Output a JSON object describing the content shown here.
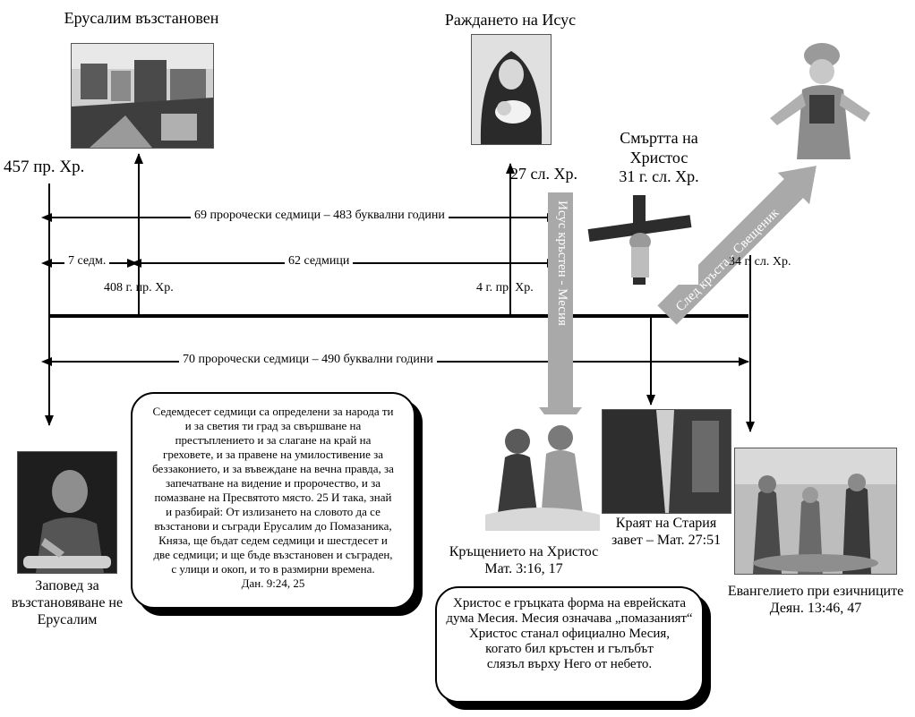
{
  "photos": {
    "jerusalem": {
      "caption": "Ерусалим възстановен",
      "icon": "jerusalem-city-photo"
    },
    "birth": {
      "caption": "Раждането на Исус",
      "icon": "mary-and-child-photo"
    },
    "death": {
      "caption_lines": [
        "Смъртта на",
        "Христос",
        "31 г. сл. Хр."
      ],
      "icon": "crucifixion-photo"
    },
    "priest": {
      "icon": "high-priest-photo"
    },
    "decree": {
      "caption_lines": [
        "Заповед за",
        "възстановяване не",
        "Ерусалим"
      ],
      "icon": "scribe-decree-photo"
    },
    "baptism": {
      "caption_lines": [
        "Кръщението на Христос",
        "Мат. 3:16, 17"
      ],
      "icon": "baptism-photo"
    },
    "veil": {
      "caption_lines": [
        "Краят на Стария",
        "завет – Мат. 27:51"
      ],
      "icon": "torn-veil-photo"
    },
    "gentiles": {
      "caption_lines": [
        "Евангелието при езичниците",
        "Деян. 13:46, 47"
      ],
      "icon": "preaching-to-gentiles-photo"
    }
  },
  "dates": {
    "start": "457 пр. Хр.",
    "d408": "408 г. пр. Хр.",
    "d4": "4 г. пр. Хр.",
    "d27": "27 сл. Хр.",
    "d34": "34 г. сл. Хр."
  },
  "spans": {
    "weeks69": "69 пророчески седмици – 483 буквални години",
    "weeks7": "7 седм.",
    "weeks62": "62 седмици",
    "weeks70": "70 пророчески седмици – 490 буквални години"
  },
  "arrows": {
    "messiah": "Исус кръстен - Месия",
    "priest": "След кръста - Свещеник"
  },
  "bubbles": {
    "prophecy": [
      "Седемдесет седмици са определени за народа ти",
      "и за светия ти град за свършване на",
      "престъплението и за слагане на край на",
      "греховете,  и за правене на умилостивение за",
      "беззаконието, и за въвеждане на вечна правда, за",
      "запечатване на видение и пророчество, и за",
      "помазване на Пресвятото място.  25  И така, знай",
      "и разбирай: От излизането на словото да се",
      "възстанови и съгради Ерусалим до Помазаника,",
      "Княза, ще бъдат седем седмици и шестдесет и",
      "две седмици; и ще бъде възстановен и съграден,",
      "с улици и окоп, и то в размирни времена.",
      "Дан. 9:24, 25"
    ],
    "christ": [
      "Христос е гръцката форма на еврейската",
      "дума Месия. Месия означава „помазаният“",
      "Христос станал официално Месия,",
      "когато бил кръстен и гълъбът",
      "слязъл върху Него от небето."
    ]
  },
  "colors": {
    "line": "#000000",
    "big_arrow": "#a9a9a9",
    "bubble_shadow": "#000000"
  }
}
